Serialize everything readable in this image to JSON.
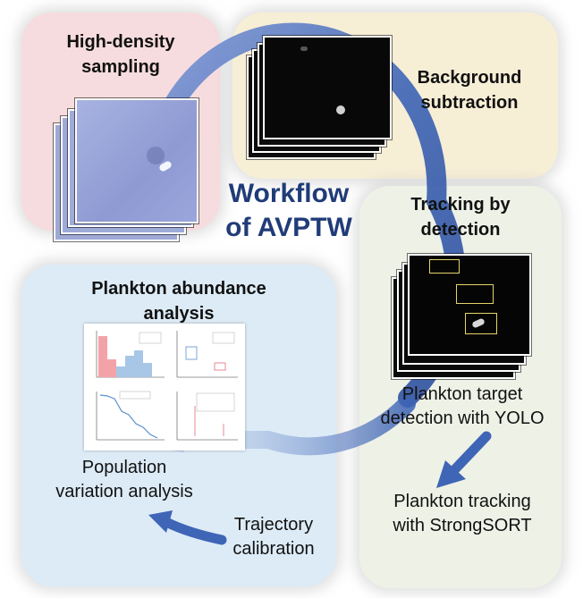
{
  "title": {
    "line1": "Workflow",
    "line2": "of AVPTW"
  },
  "stages": {
    "sampling": {
      "line1": "High-density",
      "line2": "sampling"
    },
    "background": {
      "line1": "Background",
      "line2": "subtraction"
    },
    "tracking": {
      "line1": "Tracking by",
      "line2": "detection"
    },
    "abundance": {
      "line1": "Plankton abundance",
      "line2": "analysis"
    }
  },
  "steps": {
    "yolo": {
      "line1": "Plankton target",
      "line2": "detection with YOLO"
    },
    "strongsort": {
      "line1": "Plankton tracking",
      "line2": "with StrongSORT"
    },
    "calibration": {
      "line1": "Trajectory",
      "line2": "calibration"
    },
    "population": {
      "line1": "Population",
      "line2": "variation analysis"
    }
  },
  "colors": {
    "ring": "#3f65b6",
    "title": "#203c78",
    "sampling_panel": "#f6dcde",
    "background_panel": "#f7eed6",
    "tracking_panel": "#eef1e6",
    "abundance_panel": "#dcebf6",
    "bbox": "#e5d36a"
  }
}
